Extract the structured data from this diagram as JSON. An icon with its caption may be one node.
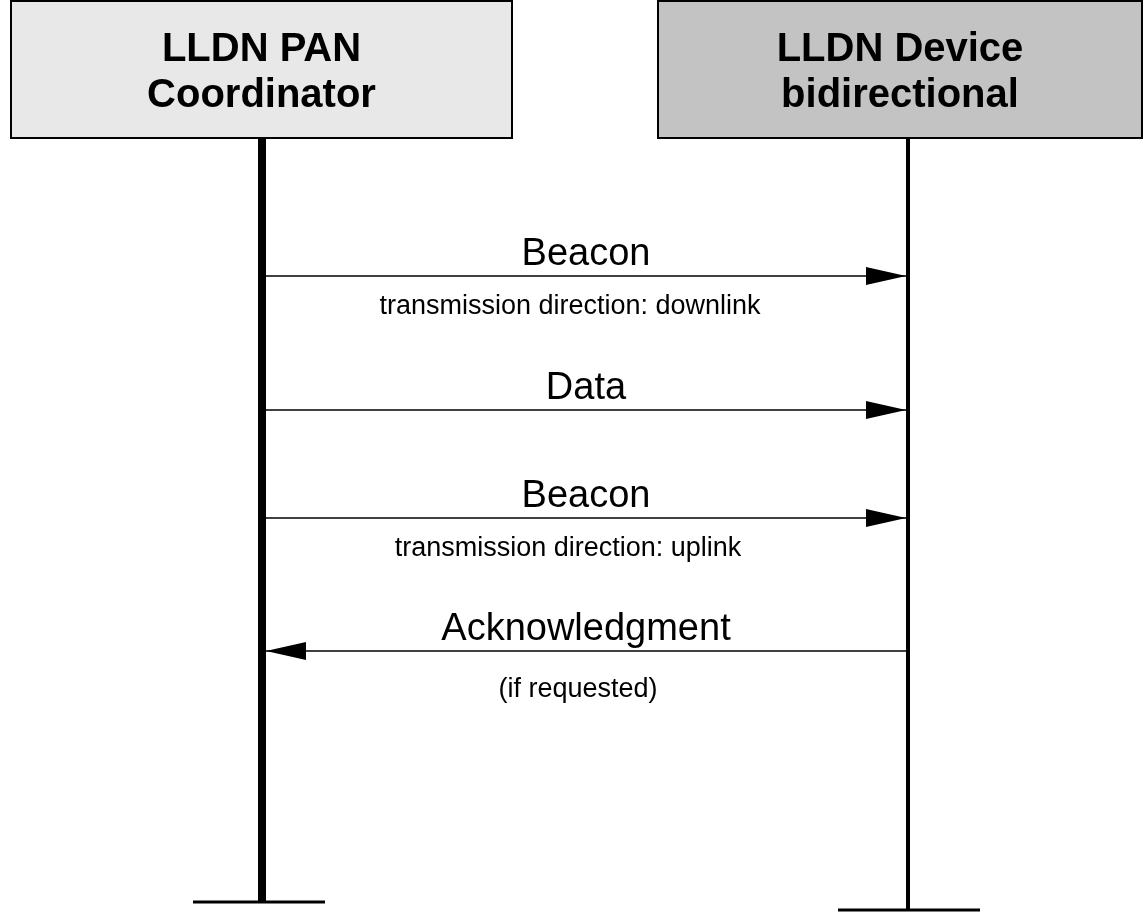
{
  "diagram": {
    "nodes": [
      {
        "text": [
          "LLDN PAN Coordinator"
        ]
      },
      {
        "text": [
          "LLDN Device bidirectional"
        ]
      },
      {
        "text": [],
        "shape": "bar"
      },
      {
        "text": [],
        "shape": "bar"
      }
    ],
    "edges": [
      {
        "from": 2,
        "to": 3,
        "arrow": "to",
        "label": "Beacon"
      },
      {
        "from": 2,
        "to": 3,
        "arrow": "to",
        "label": "Data"
      },
      {
        "from": 2,
        "to": 3,
        "arrow": "to",
        "label": "Beacon"
      },
      {
        "from": 3,
        "to": 2,
        "arrow": "to",
        "label": "Acknowledgment"
      }
    ],
    "labels": [
      "transmission direction: downlink",
      "transmission direction: uplink",
      "(if requested)"
    ]
  }
}
